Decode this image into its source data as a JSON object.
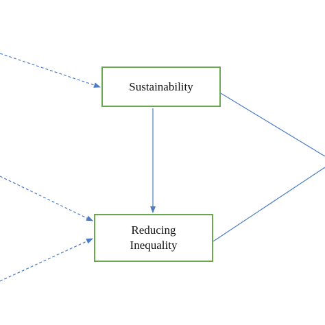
{
  "diagram": {
    "nodes": [
      {
        "id": "sustainability",
        "label": "Sustainability"
      },
      {
        "id": "reducing-inequality",
        "label": "Reducing\nInequality"
      }
    ],
    "edges": [
      {
        "from": "left-offscreen-top",
        "to": "sustainability"
      },
      {
        "from": "left-offscreen-middle",
        "to": "reducing-inequality"
      },
      {
        "from": "left-offscreen-bottom",
        "to": "reducing-inequality"
      },
      {
        "from": "sustainability",
        "to": "reducing-inequality"
      },
      {
        "from": "sustainability",
        "to": "right-offscreen"
      },
      {
        "from": "reducing-inequality",
        "to": "right-offscreen"
      }
    ],
    "colors": {
      "node_border": "#6aa84f",
      "edge": "#4a7bc4",
      "text": "#111111"
    }
  }
}
